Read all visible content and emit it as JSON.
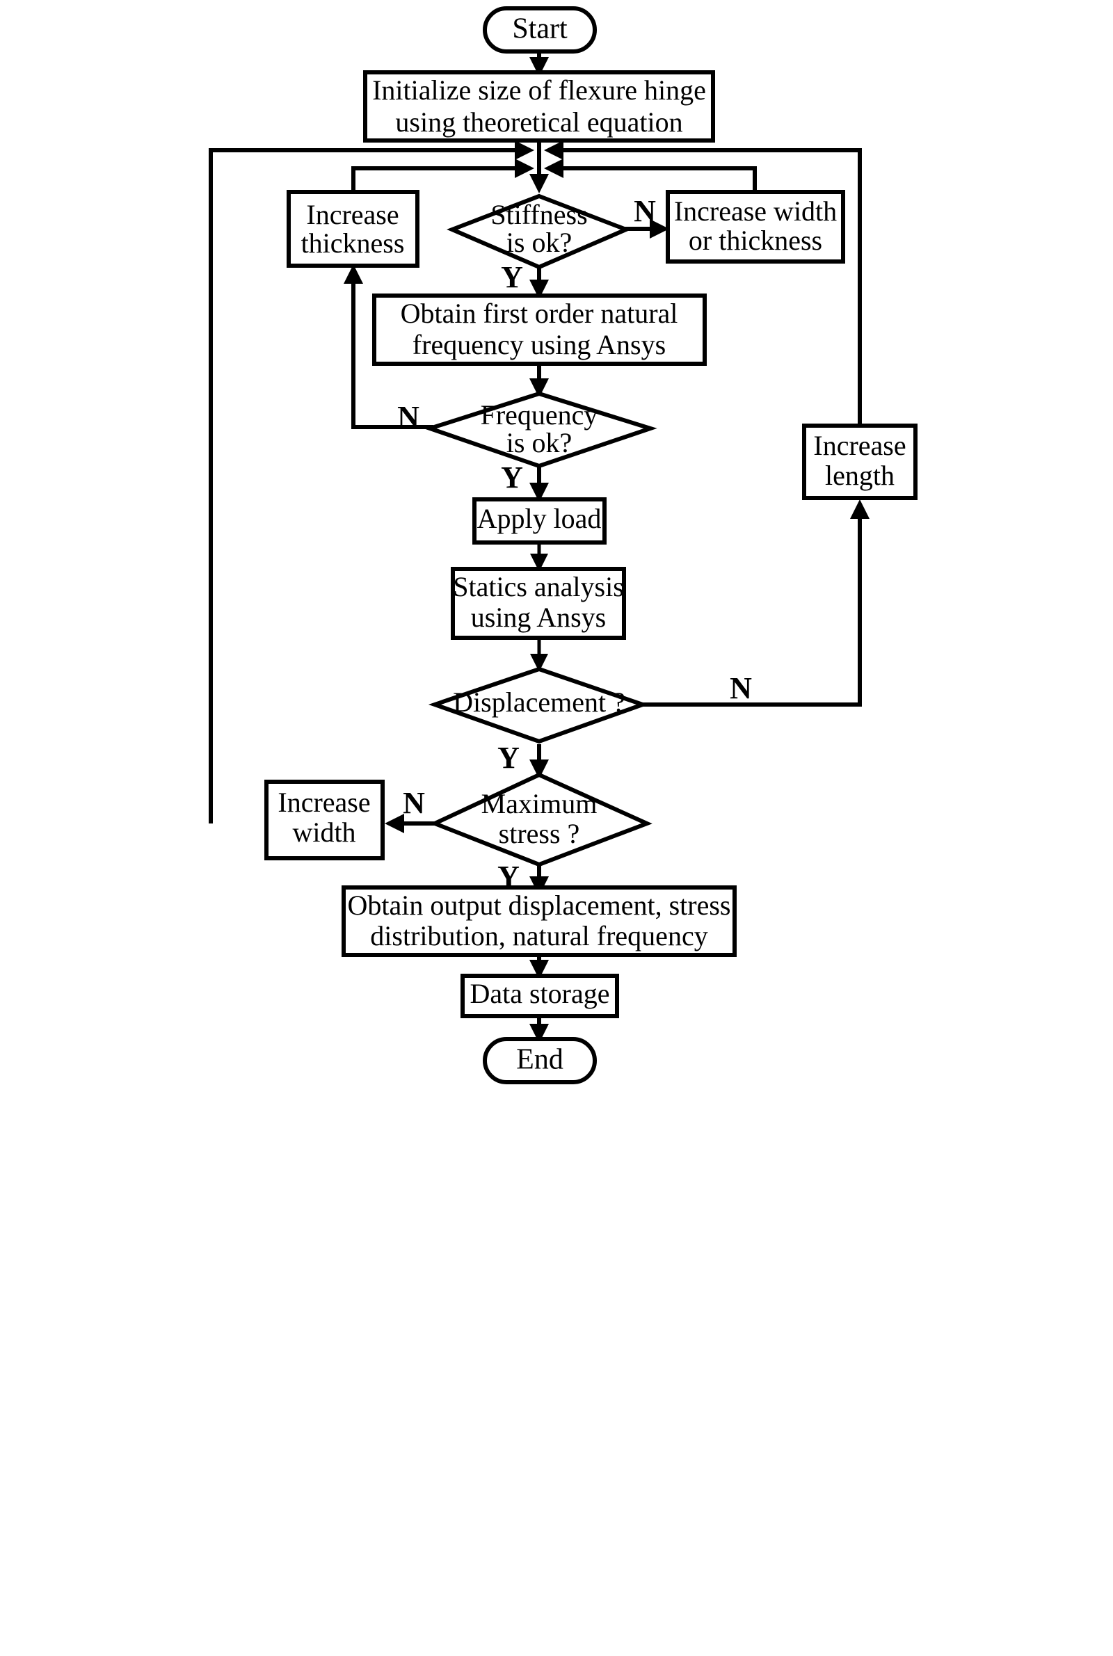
{
  "diagram": {
    "title": "Flexure hinge design optimization flowchart",
    "type": "flowchart",
    "colors": {
      "background": "#ffffff",
      "stroke": "#000000",
      "fill": "#ffffff"
    },
    "nodes": [
      {
        "id": "start",
        "shape": "terminator",
        "lines": [
          "Start"
        ]
      },
      {
        "id": "init",
        "shape": "process",
        "lines": [
          "Initialize size of flexure hinge",
          "using theoretical equation"
        ]
      },
      {
        "id": "stiffness",
        "shape": "decision",
        "lines": [
          "Stiffness",
          "is ok?"
        ]
      },
      {
        "id": "inc-thick",
        "shape": "process",
        "lines": [
          "Increase",
          "thickness"
        ]
      },
      {
        "id": "inc-w-or-t",
        "shape": "process",
        "lines": [
          "Increase width",
          "or thickness"
        ]
      },
      {
        "id": "first-order",
        "shape": "process",
        "lines": [
          "Obtain first order natural",
          "frequency using  Ansys"
        ]
      },
      {
        "id": "frequency",
        "shape": "decision",
        "lines": [
          "Frequency",
          "is ok?"
        ]
      },
      {
        "id": "apply-load",
        "shape": "process",
        "lines": [
          "Apply load"
        ]
      },
      {
        "id": "statics",
        "shape": "process",
        "lines": [
          "Statics analysis",
          "using Ansys"
        ]
      },
      {
        "id": "displacement",
        "shape": "decision",
        "lines": [
          "Displacement ?"
        ]
      },
      {
        "id": "inc-length",
        "shape": "process",
        "lines": [
          "Increase",
          "length"
        ]
      },
      {
        "id": "max-stress",
        "shape": "decision",
        "lines": [
          "Maximum",
          "stress ?"
        ]
      },
      {
        "id": "inc-width",
        "shape": "process",
        "lines": [
          "Increase",
          "width"
        ]
      },
      {
        "id": "obtain-out",
        "shape": "process",
        "lines": [
          "Obtain output displacement, stress",
          "distribution, natural frequency"
        ]
      },
      {
        "id": "data-storage",
        "shape": "process",
        "lines": [
          "Data storage"
        ]
      },
      {
        "id": "end",
        "shape": "terminator",
        "lines": [
          "End"
        ]
      }
    ],
    "branch_labels": {
      "stiffness_no": "N",
      "stiffness_yes": "Y",
      "frequency_no": "N",
      "frequency_yes": "Y",
      "displacement_no": "N",
      "displacement_yes": "Y",
      "max_stress_no": "N",
      "max_stress_yes": "Y"
    },
    "edges": [
      {
        "from": "start",
        "to": "init",
        "label": ""
      },
      {
        "from": "init",
        "to": "stiffness",
        "label": ""
      },
      {
        "from": "stiffness",
        "to": "inc-w-or-t",
        "label": "N"
      },
      {
        "from": "stiffness",
        "to": "first-order",
        "label": "Y"
      },
      {
        "from": "inc-w-or-t",
        "to": "stiffness",
        "label": ""
      },
      {
        "from": "first-order",
        "to": "frequency",
        "label": ""
      },
      {
        "from": "frequency",
        "to": "inc-thick",
        "label": "N"
      },
      {
        "from": "frequency",
        "to": "apply-load",
        "label": "Y"
      },
      {
        "from": "inc-thick",
        "to": "stiffness",
        "label": ""
      },
      {
        "from": "apply-load",
        "to": "statics",
        "label": ""
      },
      {
        "from": "statics",
        "to": "displacement",
        "label": ""
      },
      {
        "from": "displacement",
        "to": "inc-length",
        "label": "N"
      },
      {
        "from": "displacement",
        "to": "max-stress",
        "label": "Y"
      },
      {
        "from": "inc-length",
        "to": "stiffness",
        "label": ""
      },
      {
        "from": "max-stress",
        "to": "inc-width",
        "label": "N"
      },
      {
        "from": "max-stress",
        "to": "obtain-out",
        "label": "Y"
      },
      {
        "from": "inc-width",
        "to": "stiffness",
        "label": ""
      },
      {
        "from": "obtain-out",
        "to": "data-storage",
        "label": ""
      },
      {
        "from": "data-storage",
        "to": "end",
        "label": ""
      }
    ]
  }
}
